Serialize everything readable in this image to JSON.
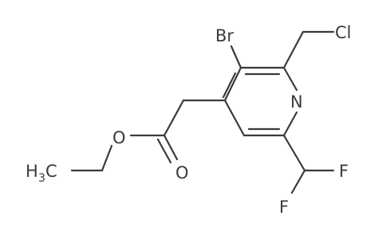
{
  "atoms": {
    "br": "Br",
    "cl": "Cl",
    "n": "N",
    "o_ester": "O",
    "o_carbonyl": "O",
    "f1": "F",
    "f2": "F",
    "ch3_main": "H",
    "ch3_sub": "3",
    "ch3_c": "C"
  },
  "colors": {
    "bond": "#3a3a3a",
    "text": "#3a3a3a",
    "background": "#ffffff"
  }
}
